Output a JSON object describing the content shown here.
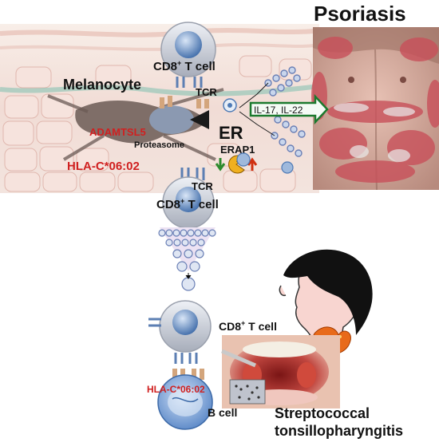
{
  "labels": {
    "psoriasis": "Psoriasis",
    "cd8_top_pre": "CD8",
    "cd8_top_sup": "+",
    "cd8_top_post": " T cell",
    "tcr_top": "TCR",
    "melanocyte": "Melanocyte",
    "adamtsl5": "ADAMTSL5",
    "proteasome": "Proteasome",
    "er": "ER",
    "erap1": "ERAP1",
    "hla_top": "HLA-C*06:02",
    "il": "IL-17, IL-22",
    "tcr_mid": "TCR",
    "cd8_mid_pre": "CD8",
    "cd8_mid_sup": "+",
    "cd8_mid_post": " T cell",
    "cd8_bot_pre": "CD8",
    "cd8_bot_sup": "+",
    "cd8_bot_post": " T cell",
    "hla_bottom": "HLA-C*06:02",
    "bcell": "B cell",
    "strep_line1": "Streptococcal",
    "strep_line2": "tonsillopharyngitis"
  },
  "colors": {
    "red_label": "#d02020",
    "arrow_green": "#1b7a2e",
    "arrow_down": "#2e8b2e",
    "arrow_up": "#d03010",
    "tcell": "#c8ccd6",
    "skin": "#f3c9c3",
    "lesion": "#c8505a"
  },
  "icons": [
    "tcell-icon",
    "bcell-icon",
    "antibody-icon",
    "pacman-icon",
    "throat-icon",
    "head-silhouette-icon",
    "lymph-node-icon"
  ]
}
